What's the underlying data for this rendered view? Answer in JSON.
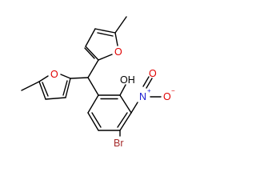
{
  "labels": {
    "oh": "OH",
    "o_furan_top": "O",
    "o_furan_left": "O",
    "nitro_n": "N",
    "nitro_n_charge": "+",
    "nitro_o_top": "O",
    "nitro_o_bottom": "O",
    "nitro_o_charge": "−",
    "bromine": "Br"
  },
  "colors": {
    "bond": "#000000",
    "oxygen": "#e00000",
    "nitrogen": "#1a1ad0",
    "bromine": "#a52a2a"
  }
}
